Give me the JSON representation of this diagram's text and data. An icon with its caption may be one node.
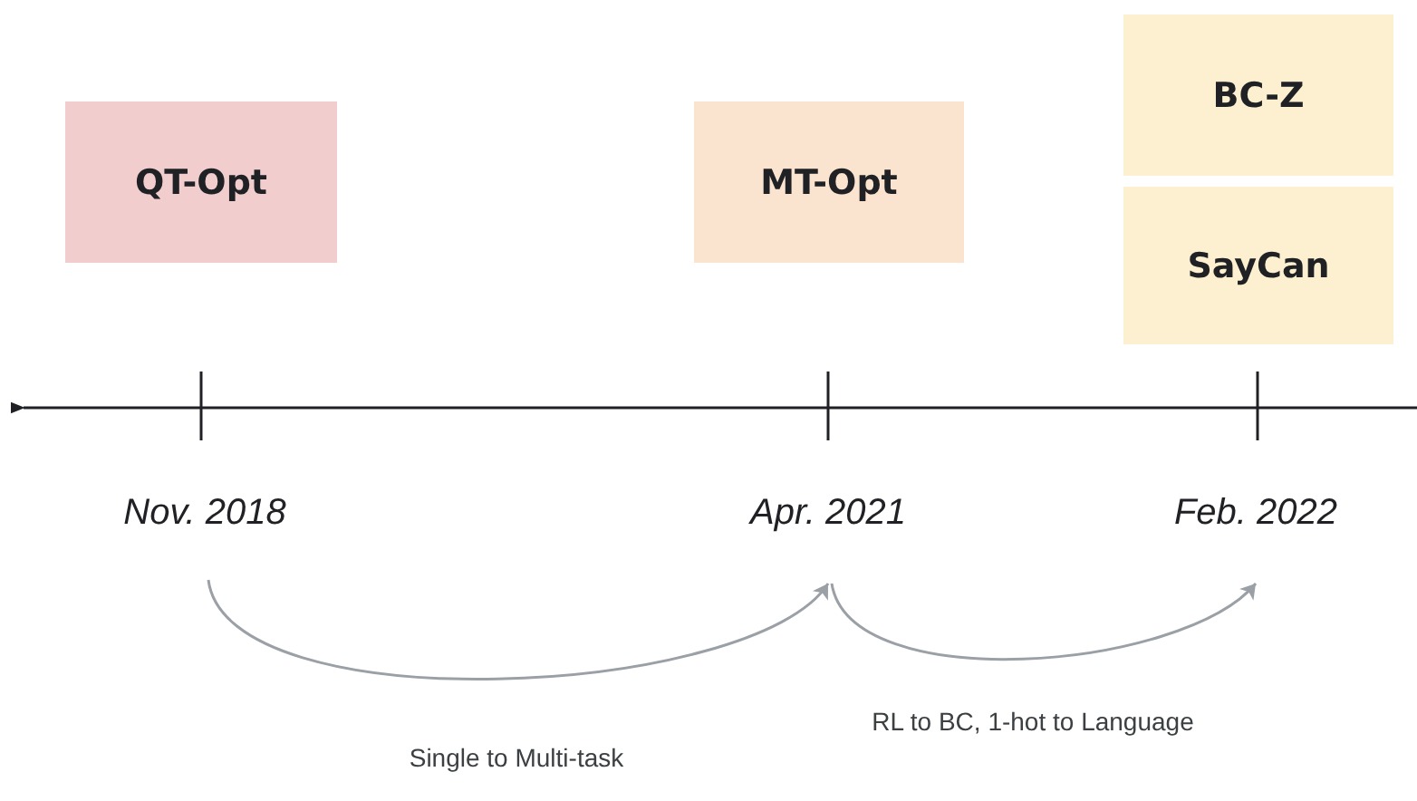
{
  "diagram": {
    "nodes": [
      {
        "text": [
          "QT-Opt"
        ]
      },
      {
        "text": [
          "MT-Opt"
        ]
      },
      {
        "text": [
          "BC-Z"
        ]
      },
      {
        "text": [
          "SayCan"
        ]
      },
      {
        "text": [
          "Nov. 2018"
        ]
      },
      {
        "text": [
          "Apr. 2021"
        ]
      },
      {
        "text": [
          "Feb. 2022"
        ]
      }
    ],
    "edges": [
      {
        "from": 4,
        "to": 5,
        "arrow": "to",
        "label": "Single to Multi-task"
      },
      {
        "from": 5,
        "to": 6,
        "arrow": "to",
        "label": "RL to BC, 1-hot to Language"
      }
    ]
  }
}
